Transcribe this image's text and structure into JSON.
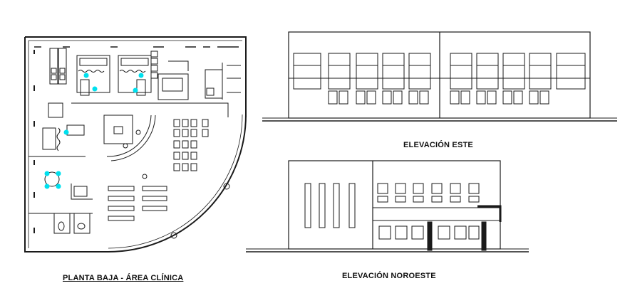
{
  "labels": {
    "plan_title": "PLANTA BAJA - ÁREA CLÍNICA",
    "elev_este": "ELEVACIÓN ESTE",
    "elev_noroeste": "ELEVACIÓN NOROESTE"
  },
  "colors": {
    "line": "#1a1a1a",
    "accent": "#00e0ee",
    "background": "#ffffff"
  }
}
